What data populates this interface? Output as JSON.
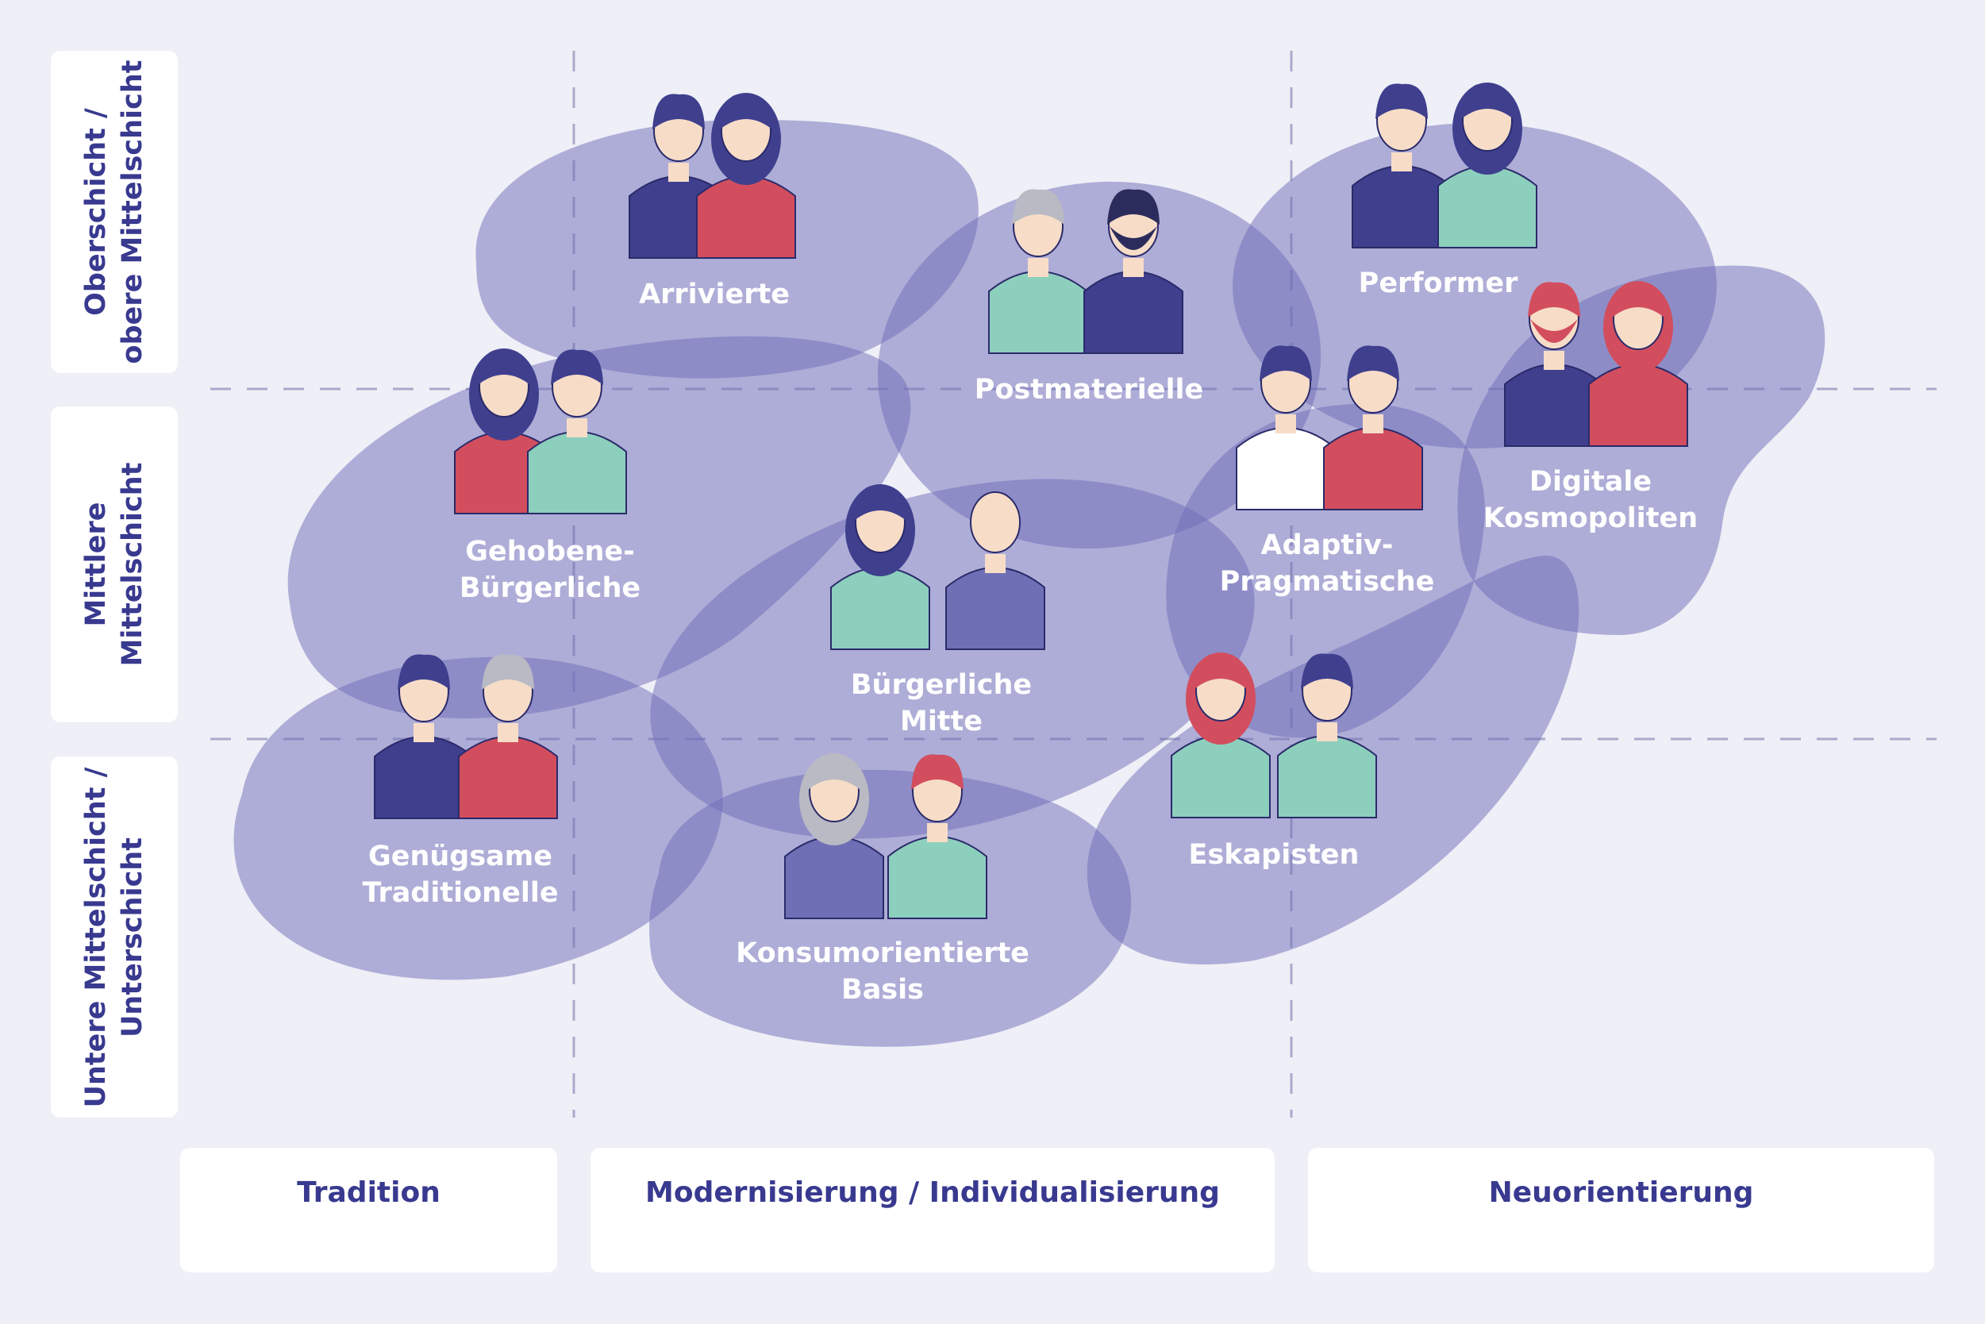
{
  "y_axis": [
    {
      "id": "upper",
      "lines": [
        "Oberschicht /",
        "obere Mittelschicht"
      ]
    },
    {
      "id": "middle",
      "lines": [
        "Mittlere",
        "Mittelschicht"
      ]
    },
    {
      "id": "lower",
      "lines": [
        "Untere Mittelschicht /",
        "Unterschicht"
      ]
    }
  ],
  "x_axis": [
    {
      "id": "tradition",
      "label": "Tradition"
    },
    {
      "id": "modernisierung",
      "label": "Modernisierung / Individualisierung"
    },
    {
      "id": "neuorientierung",
      "label": "Neuorientierung"
    }
  ],
  "segments": [
    {
      "id": "arrivierte",
      "lines": [
        "Arrivierte"
      ],
      "icon": "couple-business-icon"
    },
    {
      "id": "postmaterielle",
      "lines": [
        "Postmaterielle"
      ],
      "icon": "couple-casual-icon"
    },
    {
      "id": "performer",
      "lines": [
        "Performer"
      ],
      "icon": "couple-formal-icon"
    },
    {
      "id": "gehobene-buergerliche",
      "lines": [
        "Gehobene-",
        "Bürgerliche"
      ],
      "icon": "couple-upper-middle-icon"
    },
    {
      "id": "digitale-kosmopoliten",
      "lines": [
        "Digitale",
        "Kosmopoliten"
      ],
      "icon": "couple-hipster-icon"
    },
    {
      "id": "adaptiv-pragmatische",
      "lines": [
        "Adaptiv-",
        "Pragmatische"
      ],
      "icon": "couple-young-icon"
    },
    {
      "id": "buergerliche-mitte",
      "lines": [
        "Bürgerliche",
        "Mitte"
      ],
      "icon": "couple-middle-age-icon"
    },
    {
      "id": "genuegsame-traditionelle",
      "lines": [
        "Genügsame",
        "Traditionelle"
      ],
      "icon": "couple-elderly-icon"
    },
    {
      "id": "konsumorientierte-basis",
      "lines": [
        "Konsumorientierte",
        "Basis"
      ],
      "icon": "couple-working-icon"
    },
    {
      "id": "eskapisten",
      "lines": [
        "Eskapisten"
      ],
      "icon": "couple-teen-icon"
    }
  ],
  "colors": {
    "background": "#eeeff7",
    "blob": "#6d6bb8",
    "axis_text": "#38398f",
    "grid": "#a9aacb",
    "skin": "#f7ddc8",
    "navy": "#3f3f8e",
    "teal": "#8dcfbd",
    "red": "#d24e5e"
  }
}
